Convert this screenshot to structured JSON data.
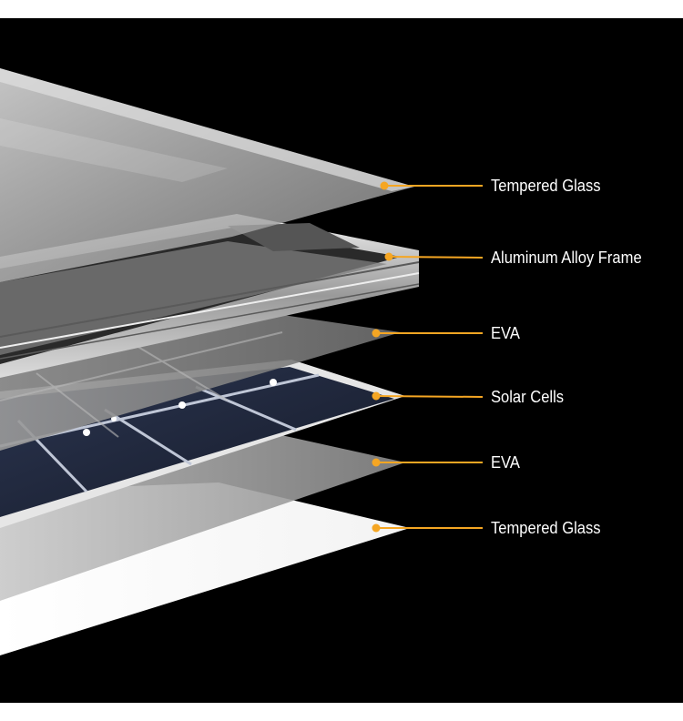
{
  "diagram": {
    "accent_color": "#f5a623",
    "background_color": "#000000",
    "layers": [
      {
        "label": "Tempered Glass"
      },
      {
        "label": "Aluminum Alloy Frame"
      },
      {
        "label": "EVA"
      },
      {
        "label": "Solar Cells"
      },
      {
        "label": "EVA"
      },
      {
        "label": "Tempered Glass"
      }
    ]
  }
}
